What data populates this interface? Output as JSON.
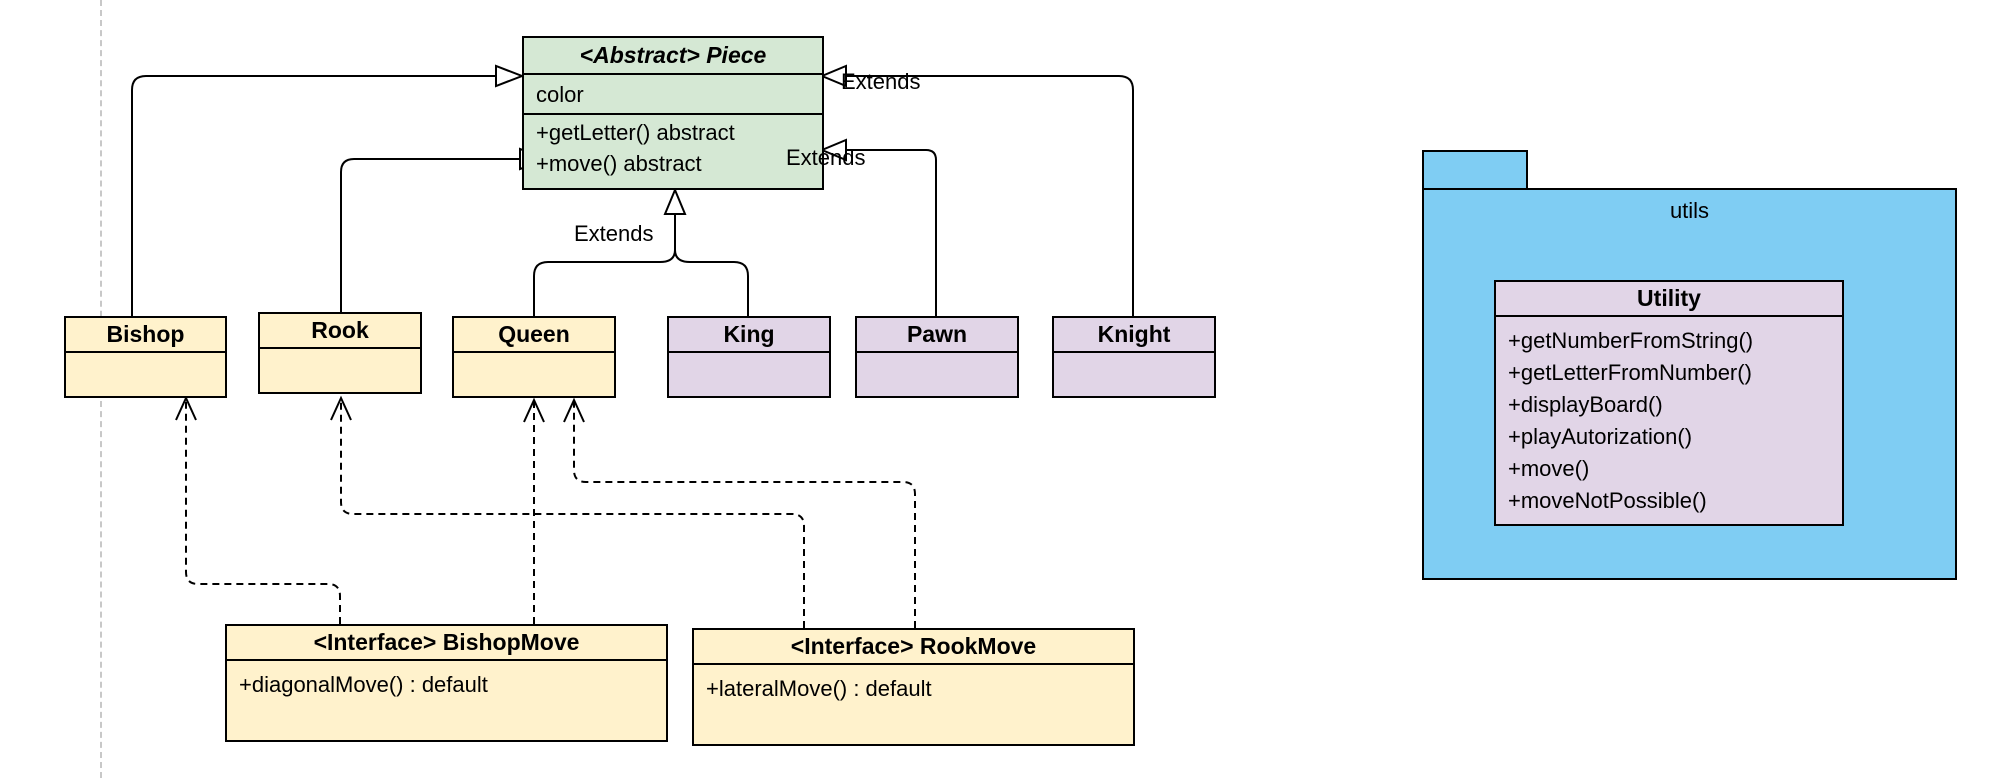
{
  "abstract_piece": {
    "title": "<Abstract> Piece",
    "attributes": [
      "color"
    ],
    "methods": [
      "+getLetter() abstract",
      "+move() abstract"
    ]
  },
  "pieces": [
    {
      "name": "Bishop"
    },
    {
      "name": "Rook"
    },
    {
      "name": "Queen"
    },
    {
      "name": "King"
    },
    {
      "name": "Pawn"
    },
    {
      "name": "Knight"
    }
  ],
  "extends_labels": [
    "Extends",
    "Extends",
    "Extends"
  ],
  "interfaces": [
    {
      "title": "<Interface> BishopMove",
      "methods": [
        "+diagonalMove() : default"
      ]
    },
    {
      "title": "<Interface> RookMove",
      "methods": [
        "+lateralMove() : default"
      ]
    }
  ],
  "package": {
    "name": "utils",
    "class": {
      "title": "Utility",
      "methods": [
        "+getNumberFromString()",
        "+getLetterFromNumber()",
        "+displayBoard()",
        "+playAutorization()",
        "+move()",
        "+moveNotPossible()"
      ]
    }
  },
  "colors": {
    "abstract_fill": "#d5e8d4",
    "implementing_fill": "#fff2cc",
    "plain_fill": "#e1d5e7",
    "package_fill": "#7fcdf3"
  }
}
